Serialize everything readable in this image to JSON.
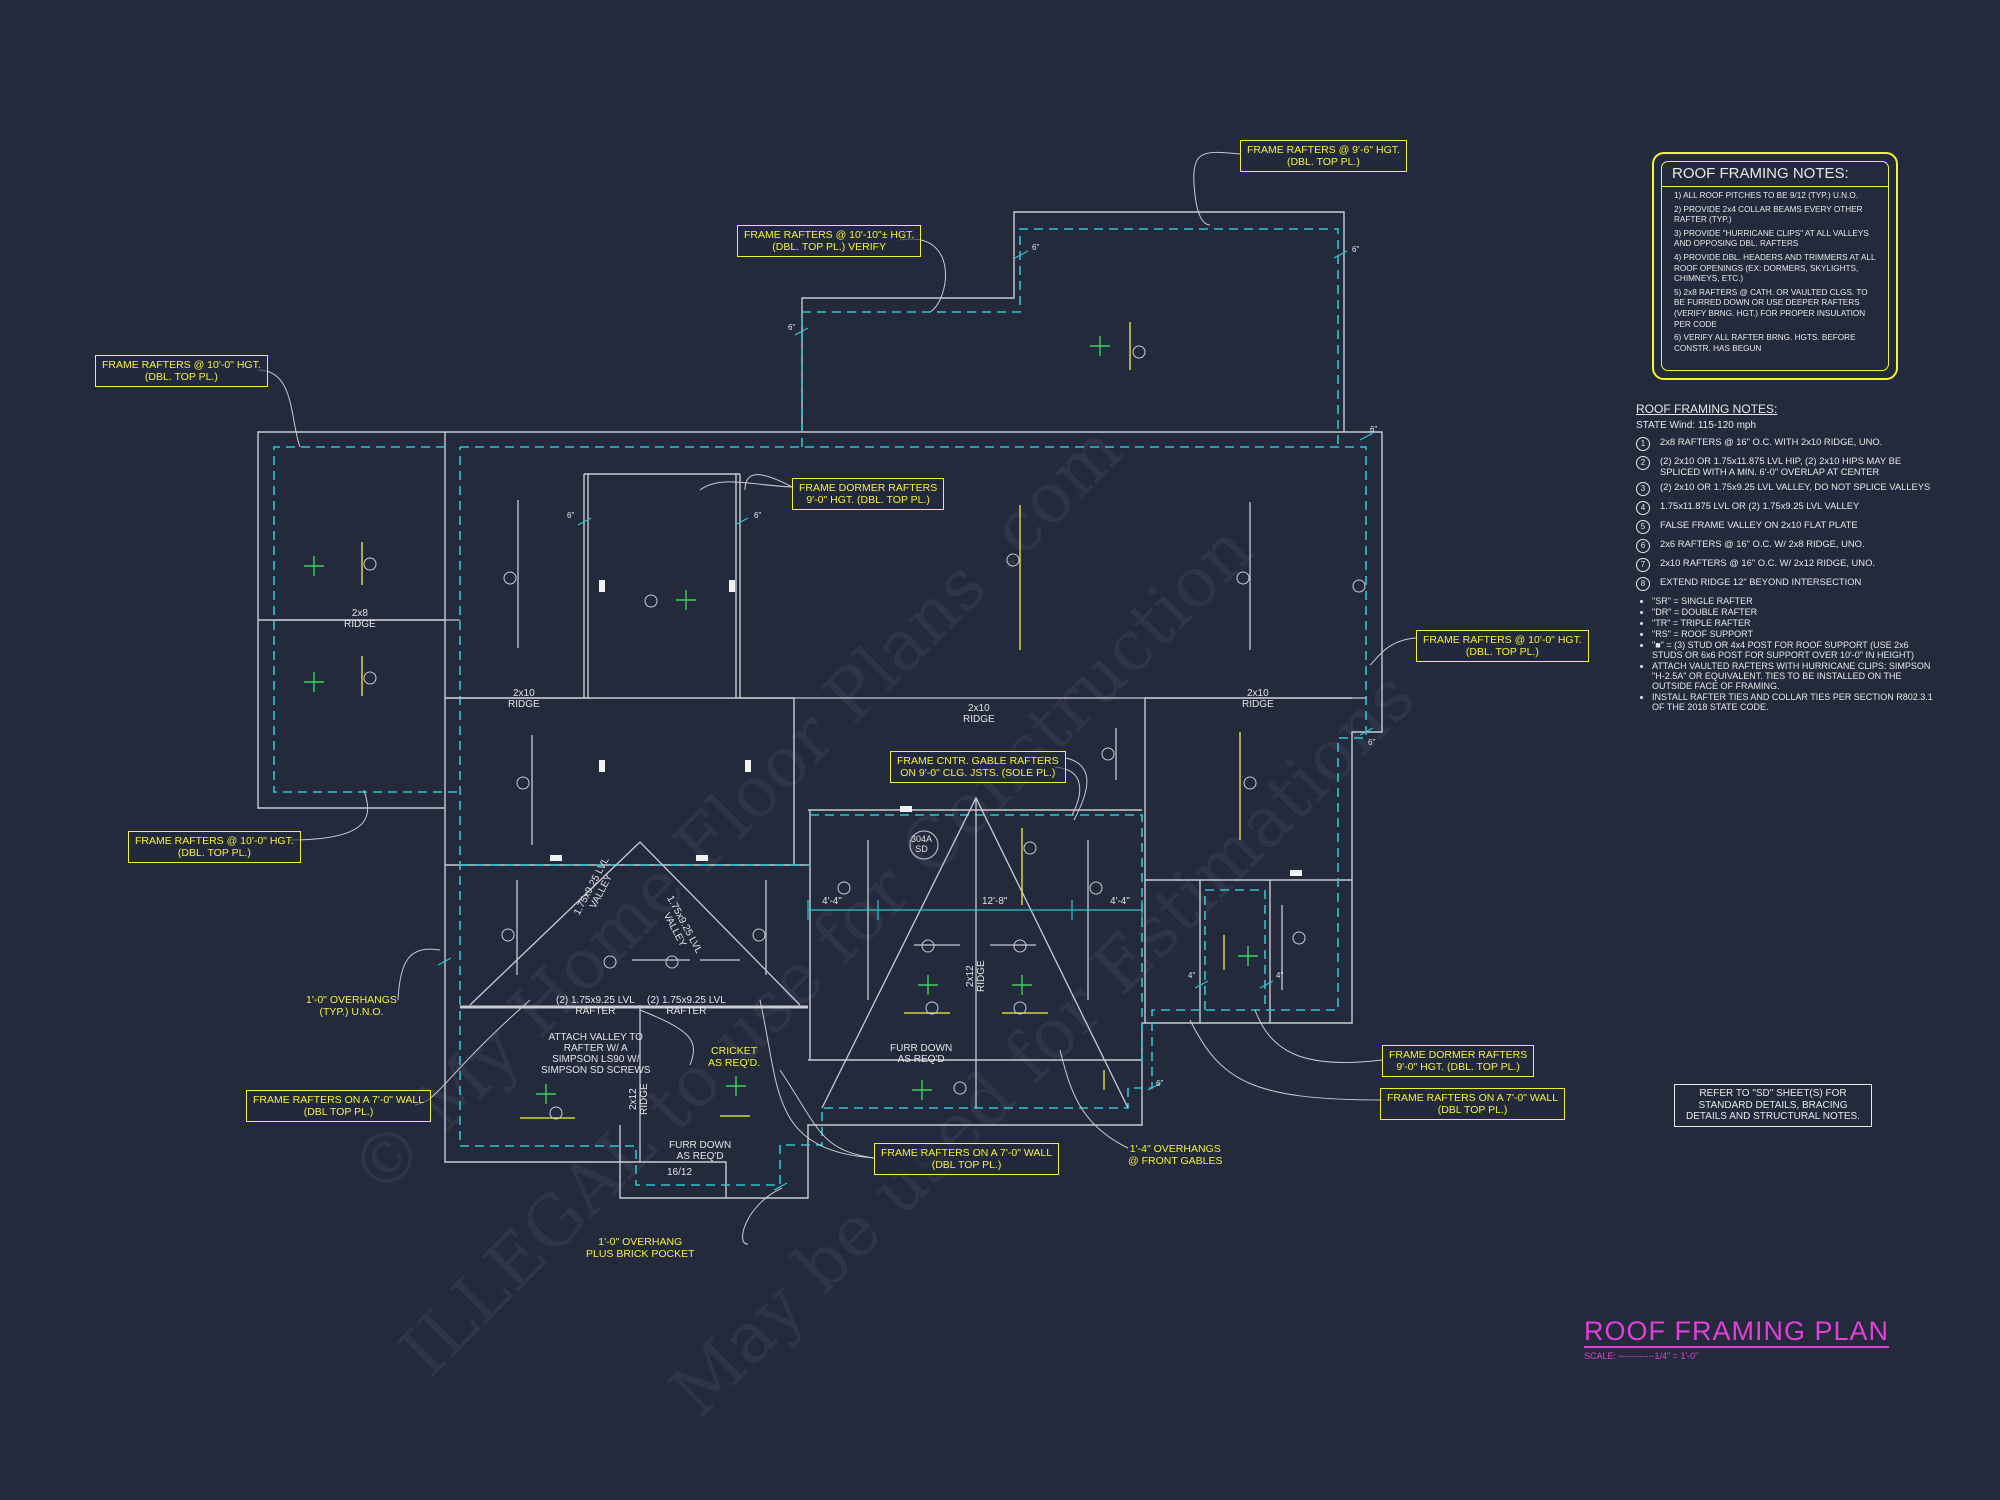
{
  "roof_notes_box": {
    "title": "ROOF FRAMING NOTES:",
    "items": [
      "1) ALL ROOF PITCHES TO BE 9/12 (TYP.) U.N.O.",
      "2) PROVIDE 2x4 COLLAR BEAMS EVERY OTHER RAFTER (TYP.)",
      "3) PROVIDE \"HURRICANE CLIPS\" AT ALL VALLEYS AND OPPOSING DBL. RAFTERS",
      "4) PROVIDE DBL. HEADERS AND TRIMMERS AT ALL ROOF OPENINGS (EX: DORMERS, SKYLIGHTS, CHIMNEYS, ETC.)",
      "5) 2x8 RAFTERS @ CATH. OR VAULTED CLGS. TO BE FURRED DOWN OR USE DEEPER RAFTERS (VERIFY BRNG. HGT.) FOR PROPER INSULATION PER CODE",
      "6) VERIFY ALL RAFTER BRNG. HGTS. BEFORE CONSTR. HAS BEGUN"
    ]
  },
  "legend": {
    "title": "ROOF FRAMING NOTES:",
    "wind": "STATE Wind: 115-120 mph",
    "items": [
      {
        "num": "1",
        "text": "2x8 RAFTERS @ 16\" O.C. WITH 2x10 RIDGE, UNO."
      },
      {
        "num": "2",
        "text": "(2) 2x10 OR 1.75x11.875 LVL HIP, (2) 2x10 HIPS MAY BE SPLICED WITH A MIN. 6'-0\" OVERLAP AT CENTER"
      },
      {
        "num": "3",
        "text": "(2) 2x10 OR 1.75x9.25 LVL VALLEY, DO NOT SPLICE VALLEYS"
      },
      {
        "num": "4",
        "text": "1.75x11.875 LVL OR (2) 1.75x9.25 LVL VALLEY"
      },
      {
        "num": "5",
        "text": "FALSE FRAME VALLEY ON 2x10 FLAT PLATE"
      },
      {
        "num": "6",
        "text": "2x6 RAFTERS @ 16\" O.C. W/ 2x8 RIDGE, UNO."
      },
      {
        "num": "7",
        "text": "2x10 RAFTERS @ 16\" O.C. W/ 2x12 RIDGE, UNO."
      },
      {
        "num": "8",
        "text": "EXTEND RIDGE 12\" BEYOND INTERSECTION"
      }
    ],
    "bullets": [
      "\"SR\" = SINGLE RAFTER",
      "\"DR\" = DOUBLE RAFTER",
      "\"TR\" = TRIPLE RAFTER",
      "\"RS\" = ROOF SUPPORT",
      "\"■\" = (3) STUD OR 4x4 POST FOR ROOF SUPPORT (USE 2x6 STUDS OR 6x6 POST FOR SUPPORT OVER 10'-0\" IN HEIGHT)",
      "ATTACH VAULTED RAFTERS WITH HURRICANE CLIPS: SIMPSON \"H-2.5A\" OR EQUIVALENT. TIES TO BE INSTALLED ON THE OUTSIDE FACE OF FRAMING.",
      "INSTALL RAFTER TIES AND COLLAR TIES PER SECTION R802.3.1 OF THE 2018 STATE CODE."
    ]
  },
  "refer_note": [
    "REFER TO \"SD\" SHEET(S) FOR",
    "STANDARD DETAILS, BRACING",
    "DETAILS AND STRUCTURAL NOTES."
  ],
  "title_block": {
    "title": "ROOF FRAMING PLAN",
    "scale": "SCALE: ------------1/4\" = 1'-0\""
  },
  "callouts": {
    "frame_95": [
      "FRAME RAFTERS @ 9'-6\" HGT.",
      "(DBL. TOP PL.)"
    ],
    "frame_1010": [
      "FRAME RAFTERS @ 10'-10\"± HGT.",
      "(DBL. TOP PL.) VERIFY"
    ],
    "frame_100_tl": [
      "FRAME RAFTERS @ 10'-0\" HGT.",
      "(DBL. TOP PL.)"
    ],
    "frame_dormer_top": [
      "FRAME DORMER RAFTERS",
      "9'-0\" HGT. (DBL. TOP PL.)"
    ],
    "frame_100_right": [
      "FRAME RAFTERS @ 10'-0\" HGT.",
      "(DBL. TOP PL.)"
    ],
    "frame_100_left": [
      "FRAME RAFTERS @ 10'-0\" HGT.",
      "(DBL. TOP PL.)"
    ],
    "frame_cntr_gable": [
      "FRAME CNTR. GABLE RAFTERS",
      "ON 9'-0\" CLG. JSTS. (SOLE PL.)"
    ],
    "frame_dormer_right": [
      "FRAME DORMER RAFTERS",
      "9'-0\" HGT. (DBL. TOP PL.)"
    ],
    "frame_7wall_left": [
      "FRAME RAFTERS ON A 7'-0\" WALL",
      "(DBL TOP PL.)"
    ],
    "frame_7wall_mid": [
      "FRAME RAFTERS ON A 7'-0\" WALL",
      "(DBL TOP PL.)"
    ],
    "frame_7wall_right": [
      "FRAME RAFTERS ON A 7'-0\" WALL",
      "(DBL TOP PL.)"
    ]
  },
  "notes_yellow": {
    "overhangs": [
      "1'-0\" OVERHANGS",
      "(TYP.) U.N.O."
    ],
    "cricket": [
      "CRICKET",
      "AS REQ'D."
    ],
    "overhangs_front": [
      "1'-4\" OVERHANGS",
      "@ FRONT GABLES"
    ],
    "overhang_brick": [
      "1'-0\" OVERHANG",
      "PLUS BRICK POCKET"
    ]
  },
  "plan_labels": {
    "ridge_2x8": [
      "2x8",
      "RIDGE"
    ],
    "ridge_left": [
      "2x10",
      "RIDGE"
    ],
    "ridge_center": [
      "2x10",
      "RIDGE"
    ],
    "ridge_right": [
      "2x10",
      "RIDGE"
    ],
    "valley_left": [
      "1.75x9.25 LVL",
      "VALLEY"
    ],
    "valley_right": [
      "1.75x9.25 LVL",
      "VALLEY"
    ],
    "rafter_left": [
      "(2) 1.75x9.25 LVL",
      "RAFTER"
    ],
    "rafter_right": [
      "(2) 1.75x9.25 LVL",
      "RAFTER"
    ],
    "attach_valley": [
      "ATTACH VALLEY TO",
      "RAFTER W/ A",
      "SIMPSON LS90 W/",
      "SIMPSON SD SCREWS"
    ],
    "furr_down_center": [
      "FURR DOWN",
      "AS REQ'D"
    ],
    "furr_down_bottom": [
      "FURR DOWN",
      "AS REQ'D"
    ],
    "ridge_2x12": [
      "2x12",
      "RIDGE"
    ],
    "ridge_2x12_b": [
      "2x12",
      "RIDGE"
    ],
    "pitch_16_12": "16/12",
    "dim_12_8": "12'-8\"",
    "dim_4_4_left": "4'-4\"",
    "dim_4_4_right": "4'-4\"",
    "mark_304a": "304A",
    "mark_sd": "SD",
    "six_inch": "6\"",
    "four_inch": "4\""
  },
  "watermark": [
    "© My Home Floor Plans .com",
    "ILLEGAL to use for Construction",
    "May be used for Estimations"
  ]
}
